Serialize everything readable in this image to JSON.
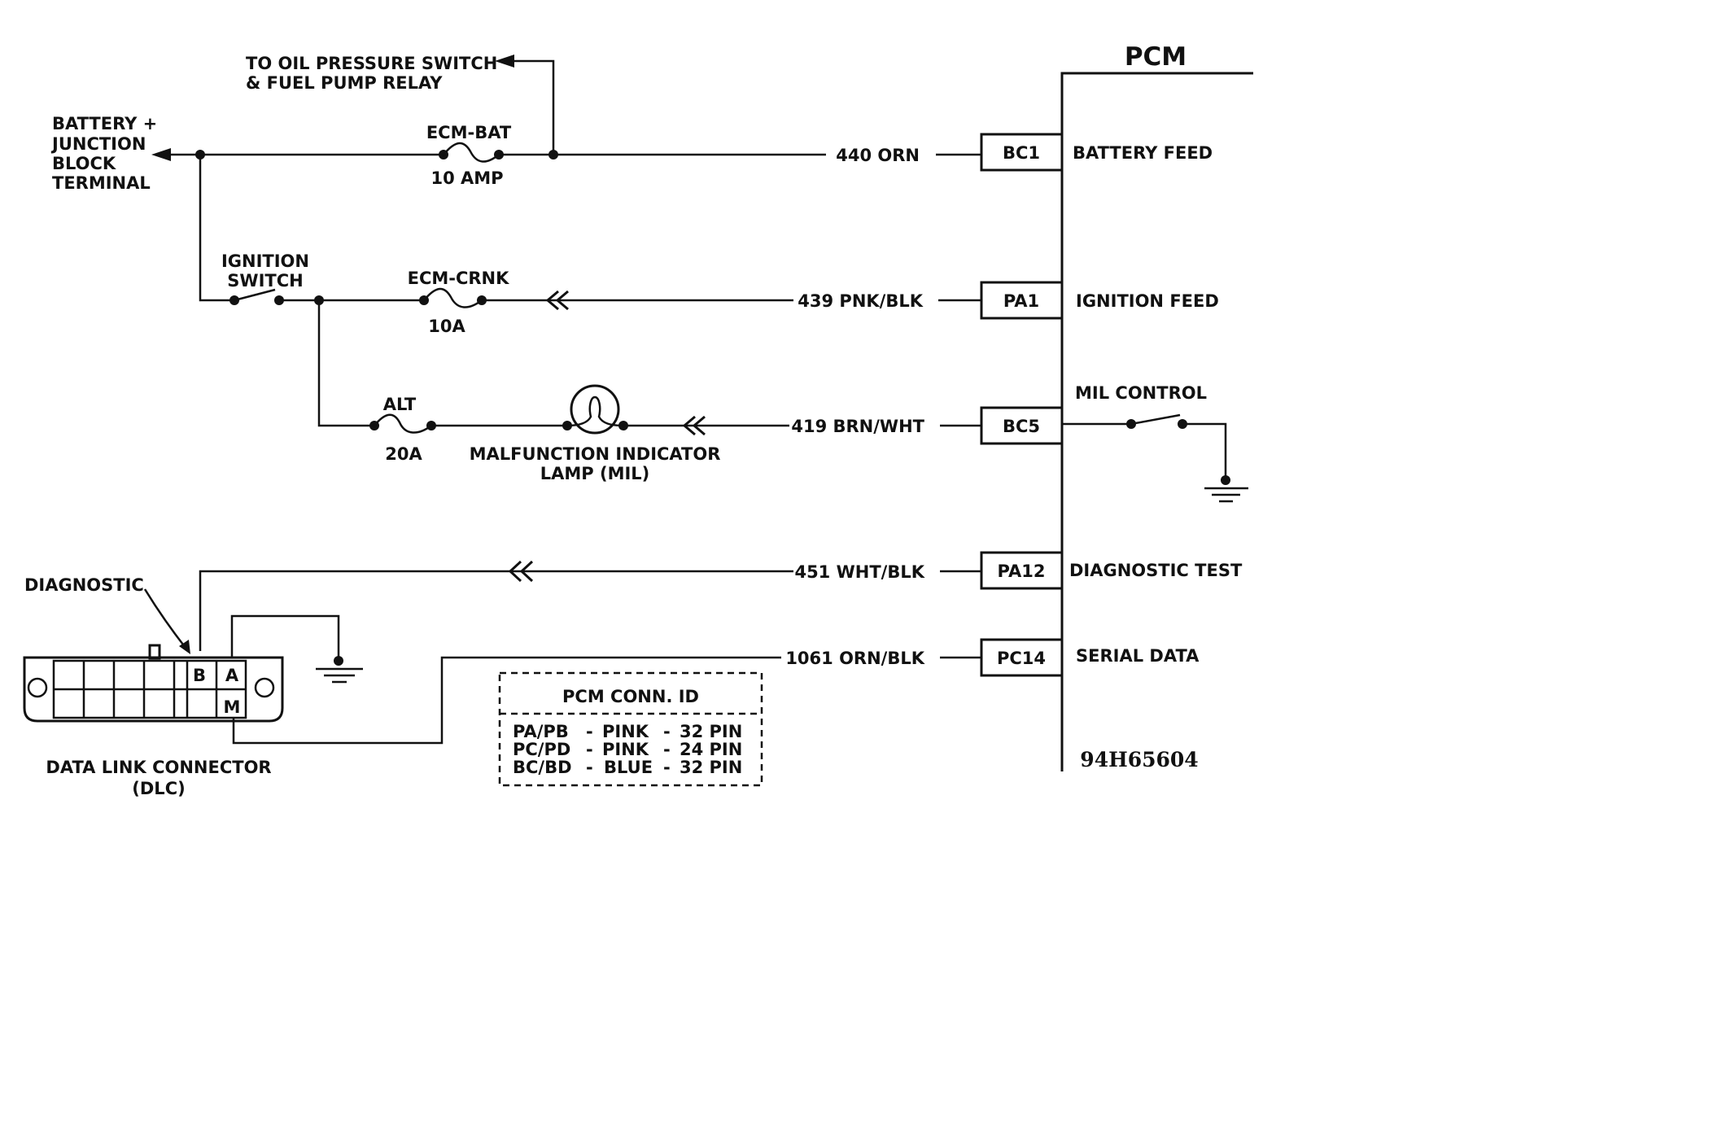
{
  "pcm": {
    "title": "PCM",
    "pins": [
      {
        "pin": "BC1",
        "circuit": "440 ORN",
        "function": "BATTERY FEED"
      },
      {
        "pin": "PA1",
        "circuit": "439 PNK/BLK",
        "function": "IGNITION FEED"
      },
      {
        "pin": "BC5",
        "circuit": "419 BRN/WHT",
        "function": "MIL CONTROL"
      },
      {
        "pin": "PA12",
        "circuit": "451 WHT/BLK",
        "function": "DIAGNOSTIC TEST"
      },
      {
        "pin": "PC14",
        "circuit": "1061 ORN/BLK",
        "function": "SERIAL DATA"
      }
    ]
  },
  "battery": {
    "line1": "BATTERY +",
    "line2": "JUNCTION",
    "line3": "BLOCK",
    "line4": "TERMINAL"
  },
  "oil": {
    "line1": "TO OIL PRESSURE SWITCH",
    "line2": "& FUEL PUMP RELAY"
  },
  "fuses": {
    "ecm_bat": {
      "name": "ECM-BAT",
      "rating": "10 AMP"
    },
    "ecm_crnk": {
      "name": "ECM-CRNK",
      "rating": "10A"
    },
    "alt": {
      "name": "ALT",
      "rating": "20A"
    }
  },
  "ignition": {
    "line1": "IGNITION",
    "line2": "SWITCH"
  },
  "mil": {
    "line1": "MALFUNCTION INDICATOR",
    "line2": "LAMP (MIL)"
  },
  "dlc": {
    "pointer_label": "DIAGNOSTIC",
    "pins": [
      "B",
      "A",
      "M"
    ],
    "name_line1": "DATA LINK CONNECTOR",
    "name_line2": "(DLC)"
  },
  "conn_id": {
    "title": "PCM CONN. ID",
    "rows": [
      {
        "conn": "PA/PB",
        "color": "PINK",
        "pins": "32 PIN"
      },
      {
        "conn": "PC/PD",
        "color": "PINK",
        "pins": "24 PIN"
      },
      {
        "conn": "BC/BD",
        "color": "BLUE",
        "pins": "32 PIN"
      }
    ],
    "sep": "-"
  },
  "figure_id": "94H65604"
}
